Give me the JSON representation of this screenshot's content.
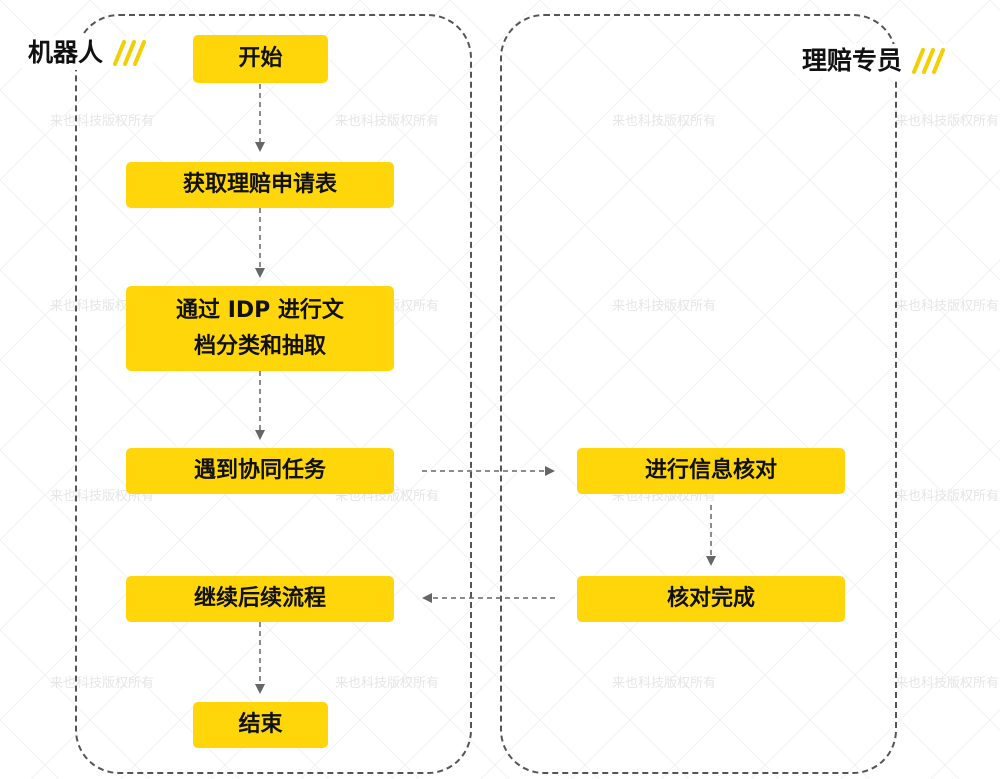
{
  "watermark": "来也科技版权所有",
  "colors": {
    "node_fill": "#ffd60a",
    "lane_border": "#555555",
    "arrow": "#666666",
    "stripe": "#f2cf00"
  },
  "lanes": {
    "robot": {
      "title": "机器人"
    },
    "adjuster": {
      "title": "理赔专员"
    }
  },
  "nodes": {
    "start": "开始",
    "get_form": "获取理赔申请表",
    "idp_line1": "通过 IDP 进行文",
    "idp_line2": "档分类和抽取",
    "collab": "遇到协同任务",
    "verify": "进行信息核对",
    "verify_done": "核对完成",
    "continue": "继续后续流程",
    "end": "结束"
  }
}
